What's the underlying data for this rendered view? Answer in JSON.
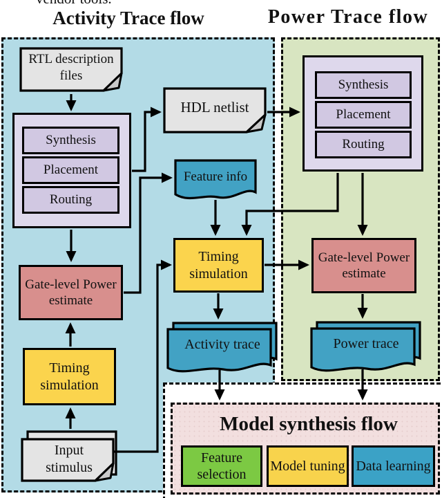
{
  "page": {
    "cropped_top_line": "vendor tools."
  },
  "flows": {
    "activity": {
      "title": "Activity Trace flow"
    },
    "power": {
      "title": "Power Trace flow"
    },
    "model": {
      "title": "Model synthesis flow",
      "steps": [
        {
          "label": "Feature selection"
        },
        {
          "label": "Model tuning"
        },
        {
          "label": "Data learning"
        }
      ]
    }
  },
  "shared": {
    "eda_steps": [
      "Synthesis",
      "Placement",
      "Routing"
    ]
  },
  "nodes": {
    "rtl_files": "RTL description files",
    "hdl_netlist": "HDL netlist",
    "feature_info": "Feature info",
    "gate_level_power": "Gate-level Power estimate",
    "timing_simulation": "Timing simulation",
    "input_stimulus": "Input stimulus",
    "activity_trace": "Activity trace",
    "power_trace": "Power trace"
  },
  "colors": {
    "activity_bg": "#b3dbe6",
    "power_bg": "#d8e5c1",
    "model_bg": "#f2dfdf",
    "eda_container": "#ded8ec",
    "eda_step": "#d1c8e2",
    "power_estimate": "#d88f8d",
    "timing": "#fbd44d",
    "teal_shape": "#42a2c4",
    "document_gray": "#e4e4e4",
    "feature_selection": "#7cc943",
    "model_tuning": "#f8d34c",
    "data_learning": "#3ba2c6",
    "line": "#000000"
  }
}
